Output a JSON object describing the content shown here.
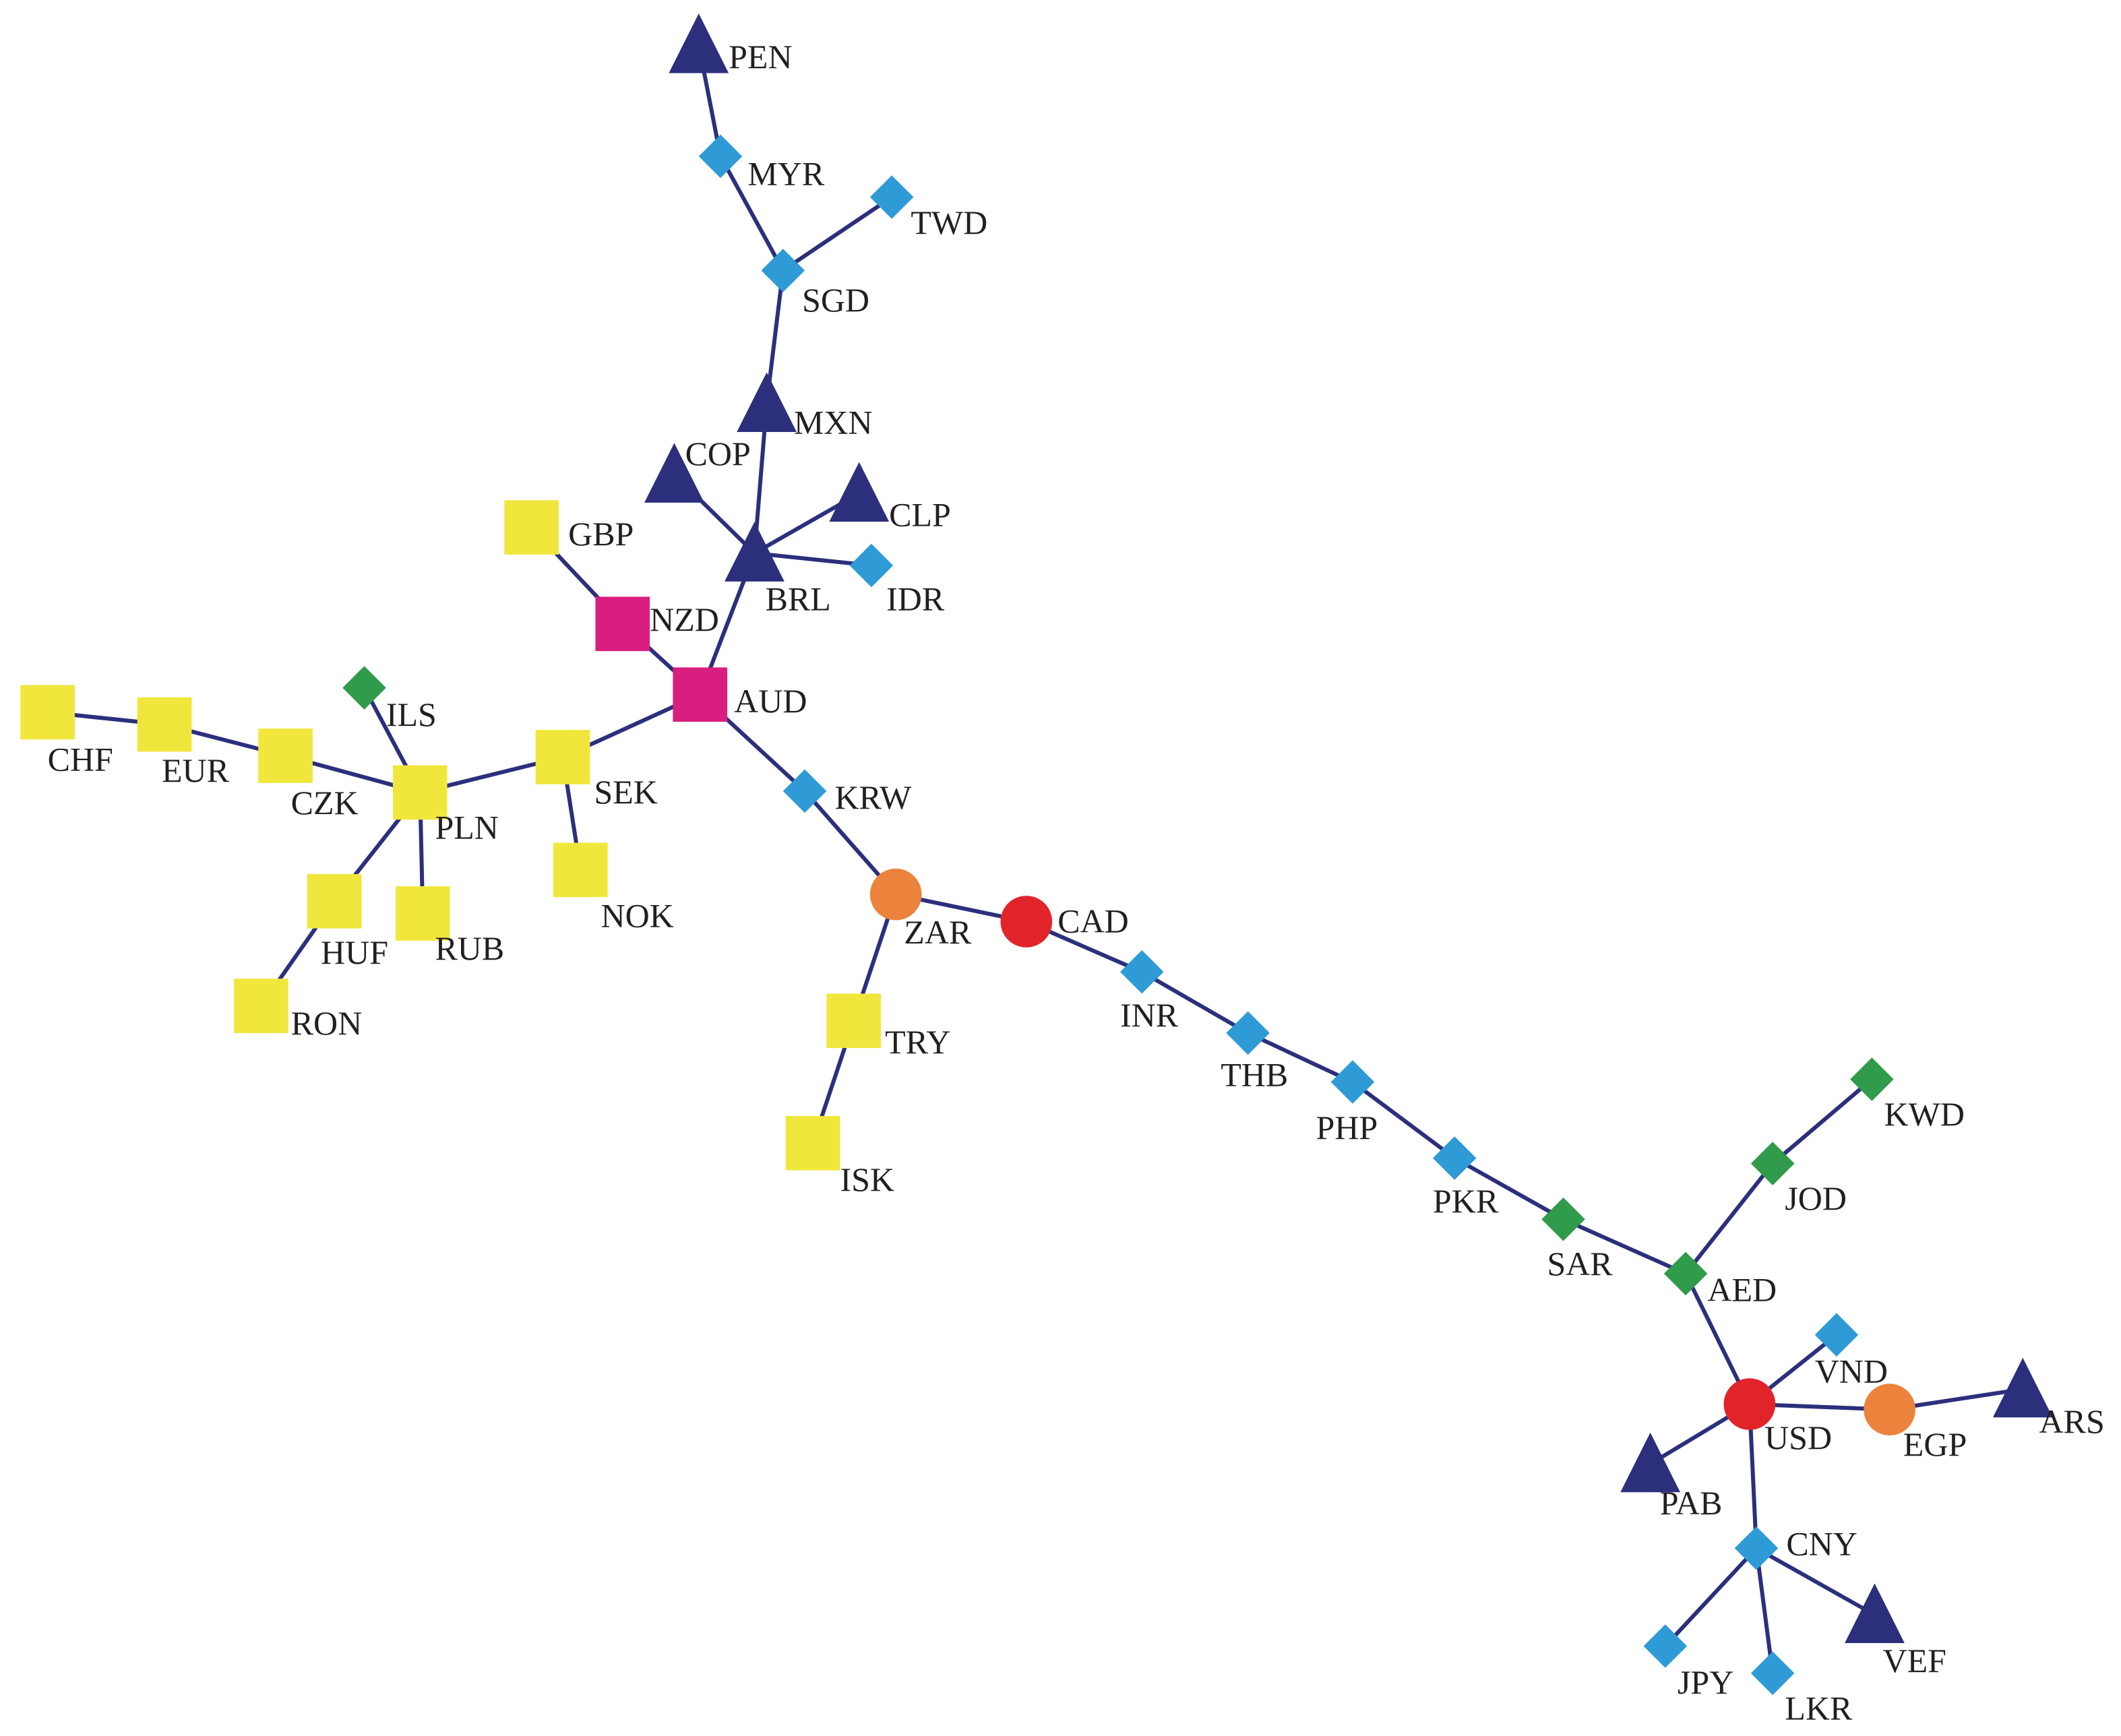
{
  "colors": {
    "edge": "#2b2f7c",
    "label": "#231f20",
    "yellow": "#f1e73c",
    "magenta": "#d81f7f",
    "navy": "#2b2f7c",
    "cyan": "#2e9bd7",
    "green": "#2f9b4b",
    "red": "#e1242a",
    "orange": "#ec833c"
  },
  "nodes": [
    {
      "id": "PEN",
      "label": "PEN",
      "shape": "triangle",
      "color": "navy"
    },
    {
      "id": "MYR",
      "label": "MYR",
      "shape": "diamond",
      "color": "cyan"
    },
    {
      "id": "TWD",
      "label": "TWD",
      "shape": "diamond",
      "color": "cyan"
    },
    {
      "id": "SGD",
      "label": "SGD",
      "shape": "diamond",
      "color": "cyan"
    },
    {
      "id": "MXN",
      "label": "MXN",
      "shape": "triangle",
      "color": "navy"
    },
    {
      "id": "COP",
      "label": "COP",
      "shape": "triangle",
      "color": "navy"
    },
    {
      "id": "CLP",
      "label": "CLP",
      "shape": "triangle",
      "color": "navy"
    },
    {
      "id": "BRL",
      "label": "BRL",
      "shape": "triangle",
      "color": "navy"
    },
    {
      "id": "IDR",
      "label": "IDR",
      "shape": "diamond",
      "color": "cyan"
    },
    {
      "id": "GBP",
      "label": "GBP",
      "shape": "square",
      "color": "yellow"
    },
    {
      "id": "NZD",
      "label": "NZD",
      "shape": "square",
      "color": "magenta"
    },
    {
      "id": "AUD",
      "label": "AUD",
      "shape": "square",
      "color": "magenta"
    },
    {
      "id": "CHF",
      "label": "CHF",
      "shape": "square",
      "color": "yellow"
    },
    {
      "id": "EUR",
      "label": "EUR",
      "shape": "square",
      "color": "yellow"
    },
    {
      "id": "CZK",
      "label": "CZK",
      "shape": "square",
      "color": "yellow"
    },
    {
      "id": "ILS",
      "label": "ILS",
      "shape": "diamond",
      "color": "green"
    },
    {
      "id": "PLN",
      "label": "PLN",
      "shape": "square",
      "color": "yellow"
    },
    {
      "id": "SEK",
      "label": "SEK",
      "shape": "square",
      "color": "yellow"
    },
    {
      "id": "NOK",
      "label": "NOK",
      "shape": "square",
      "color": "yellow"
    },
    {
      "id": "HUF",
      "label": "HUF",
      "shape": "square",
      "color": "yellow"
    },
    {
      "id": "RUB",
      "label": "RUB",
      "shape": "square",
      "color": "yellow"
    },
    {
      "id": "RON",
      "label": "RON",
      "shape": "square",
      "color": "yellow"
    },
    {
      "id": "KRW",
      "label": "KRW",
      "shape": "diamond",
      "color": "cyan"
    },
    {
      "id": "ZAR",
      "label": "ZAR",
      "shape": "circle",
      "color": "orange"
    },
    {
      "id": "CAD",
      "label": "CAD",
      "shape": "circle",
      "color": "red"
    },
    {
      "id": "TRY",
      "label": "TRY",
      "shape": "square",
      "color": "yellow"
    },
    {
      "id": "ISK",
      "label": "ISK",
      "shape": "square",
      "color": "yellow"
    },
    {
      "id": "INR",
      "label": "INR",
      "shape": "diamond",
      "color": "cyan"
    },
    {
      "id": "THB",
      "label": "THB",
      "shape": "diamond",
      "color": "cyan"
    },
    {
      "id": "PHP",
      "label": "PHP",
      "shape": "diamond",
      "color": "cyan"
    },
    {
      "id": "PKR",
      "label": "PKR",
      "shape": "diamond",
      "color": "cyan"
    },
    {
      "id": "SAR",
      "label": "SAR",
      "shape": "diamond",
      "color": "green"
    },
    {
      "id": "AED",
      "label": "AED",
      "shape": "diamond",
      "color": "green"
    },
    {
      "id": "JOD",
      "label": "JOD",
      "shape": "diamond",
      "color": "green"
    },
    {
      "id": "KWD",
      "label": "KWD",
      "shape": "diamond",
      "color": "green"
    },
    {
      "id": "USD",
      "label": "USD",
      "shape": "circle",
      "color": "red"
    },
    {
      "id": "VND",
      "label": "VND",
      "shape": "diamond",
      "color": "cyan"
    },
    {
      "id": "EGP",
      "label": "EGP",
      "shape": "circle",
      "color": "orange"
    },
    {
      "id": "ARS",
      "label": "ARS",
      "shape": "triangle",
      "color": "navy"
    },
    {
      "id": "PAB",
      "label": "PAB",
      "shape": "triangle",
      "color": "navy"
    },
    {
      "id": "CNY",
      "label": "CNY",
      "shape": "diamond",
      "color": "cyan"
    },
    {
      "id": "VEF",
      "label": "VEF",
      "shape": "triangle",
      "color": "navy"
    },
    {
      "id": "JPY",
      "label": "JPY",
      "shape": "diamond",
      "color": "cyan"
    },
    {
      "id": "LKR",
      "label": "LKR",
      "shape": "diamond",
      "color": "cyan"
    }
  ],
  "edges": [
    [
      "PEN",
      "MYR"
    ],
    [
      "MYR",
      "SGD"
    ],
    [
      "TWD",
      "SGD"
    ],
    [
      "SGD",
      "MXN"
    ],
    [
      "MXN",
      "BRL"
    ],
    [
      "COP",
      "BRL"
    ],
    [
      "CLP",
      "BRL"
    ],
    [
      "IDR",
      "BRL"
    ],
    [
      "BRL",
      "AUD"
    ],
    [
      "GBP",
      "NZD"
    ],
    [
      "NZD",
      "AUD"
    ],
    [
      "AUD",
      "SEK"
    ],
    [
      "AUD",
      "KRW"
    ],
    [
      "SEK",
      "PLN"
    ],
    [
      "SEK",
      "NOK"
    ],
    [
      "CHF",
      "EUR"
    ],
    [
      "EUR",
      "CZK"
    ],
    [
      "CZK",
      "PLN"
    ],
    [
      "ILS",
      "PLN"
    ],
    [
      "PLN",
      "HUF"
    ],
    [
      "PLN",
      "RUB"
    ],
    [
      "HUF",
      "RON"
    ],
    [
      "KRW",
      "ZAR"
    ],
    [
      "ZAR",
      "CAD"
    ],
    [
      "ZAR",
      "TRY"
    ],
    [
      "TRY",
      "ISK"
    ],
    [
      "CAD",
      "INR"
    ],
    [
      "INR",
      "THB"
    ],
    [
      "THB",
      "PHP"
    ],
    [
      "PHP",
      "PKR"
    ],
    [
      "PKR",
      "SAR"
    ],
    [
      "SAR",
      "AED"
    ],
    [
      "AED",
      "JOD"
    ],
    [
      "JOD",
      "KWD"
    ],
    [
      "AED",
      "USD"
    ],
    [
      "USD",
      "VND"
    ],
    [
      "USD",
      "EGP"
    ],
    [
      "EGP",
      "ARS"
    ],
    [
      "USD",
      "PAB"
    ],
    [
      "USD",
      "CNY"
    ],
    [
      "CNY",
      "VEF"
    ],
    [
      "CNY",
      "JPY"
    ],
    [
      "CNY",
      "LKR"
    ]
  ]
}
